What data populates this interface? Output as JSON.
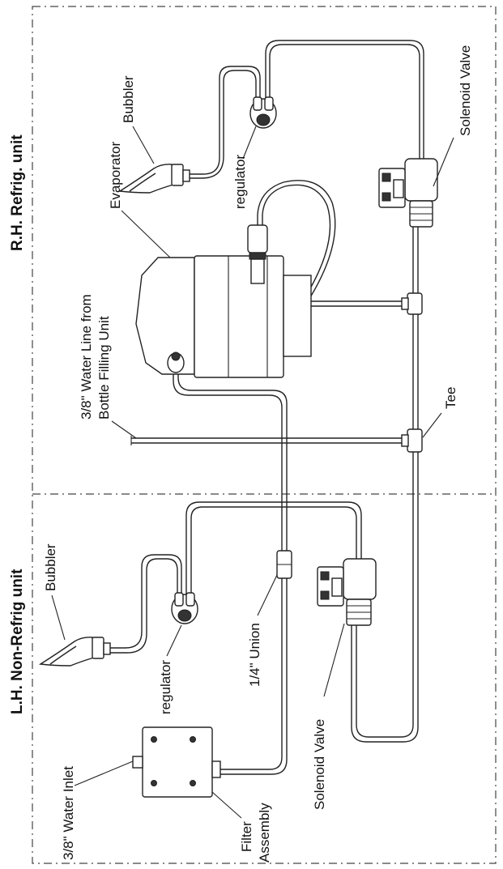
{
  "zones": {
    "right": "R.H. Refrig. unit",
    "left": "L.H. Non-Refrig unit"
  },
  "labels": {
    "bubbler_top": "Bubbler",
    "regulator_top": "regulator",
    "solenoid_top": "Solenoid Valve",
    "evaporator": "Evaporator",
    "water_line_1": "3/8\" Water Line from",
    "water_line_2": "Bottle Filling Unit",
    "tee": "Tee",
    "bubbler_bottom": "Bubbler",
    "regulator_bottom": "regulator",
    "union": "1/4\" Union",
    "solenoid_bottom": "Solenoid Valve",
    "water_inlet": "3/8\" Water Inlet",
    "filter_1": "Filter",
    "filter_2": "Assembly"
  }
}
